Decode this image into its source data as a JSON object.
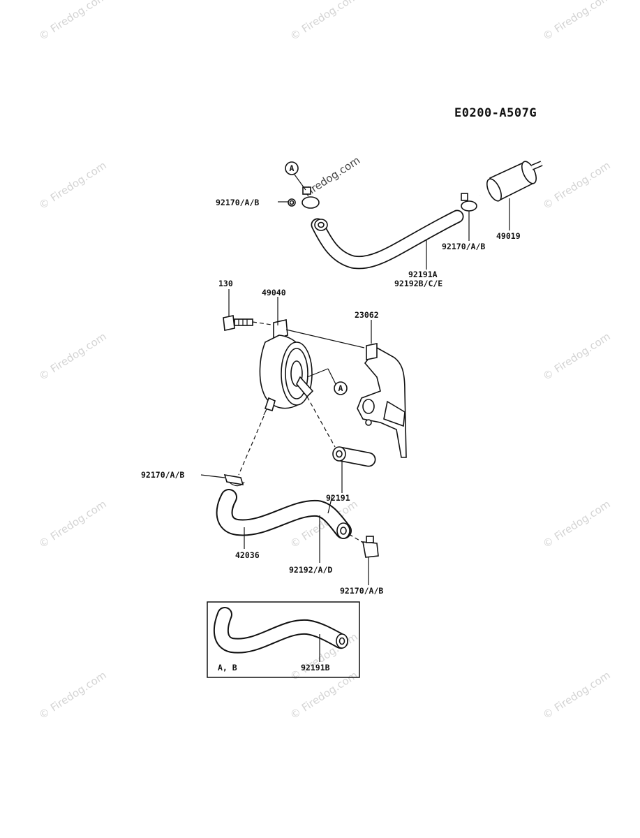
{
  "diagram_code": "E0200-A507G",
  "watermark": "© Firedog.com",
  "watermark_center": "Firedog.com",
  "callout_a": "A",
  "labels": {
    "clamp_top_left": "92170/A/B",
    "clamp_top_right": "92170/A/B",
    "filter": "49019",
    "hose_top_1": "92191A",
    "hose_top_2": "92192B/C/E",
    "bolt": "130",
    "pump": "49040",
    "bracket": "23062",
    "clamp_mid_left": "92170/A/B",
    "hose_short": "92191",
    "hose_main": "42036",
    "hose_inner": "92192/A/D",
    "clamp_bottom": "92170/A/B",
    "inset_variant": "A, B",
    "inset_hose": "92191B"
  }
}
